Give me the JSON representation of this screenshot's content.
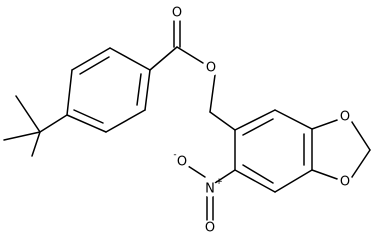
{
  "atoms": {
    "carbonyl_oxygen": "O",
    "ester_oxygen": "O",
    "nitro_nitrogen": "N",
    "nitro_nitrogen_charge": "+",
    "nitro_oxygen_minus": "O",
    "nitro_oxygen_minus_charge": "-",
    "nitro_oxygen_double": "O",
    "dioxole_oxygen_upper": "O",
    "dioxole_oxygen_lower": "O"
  }
}
